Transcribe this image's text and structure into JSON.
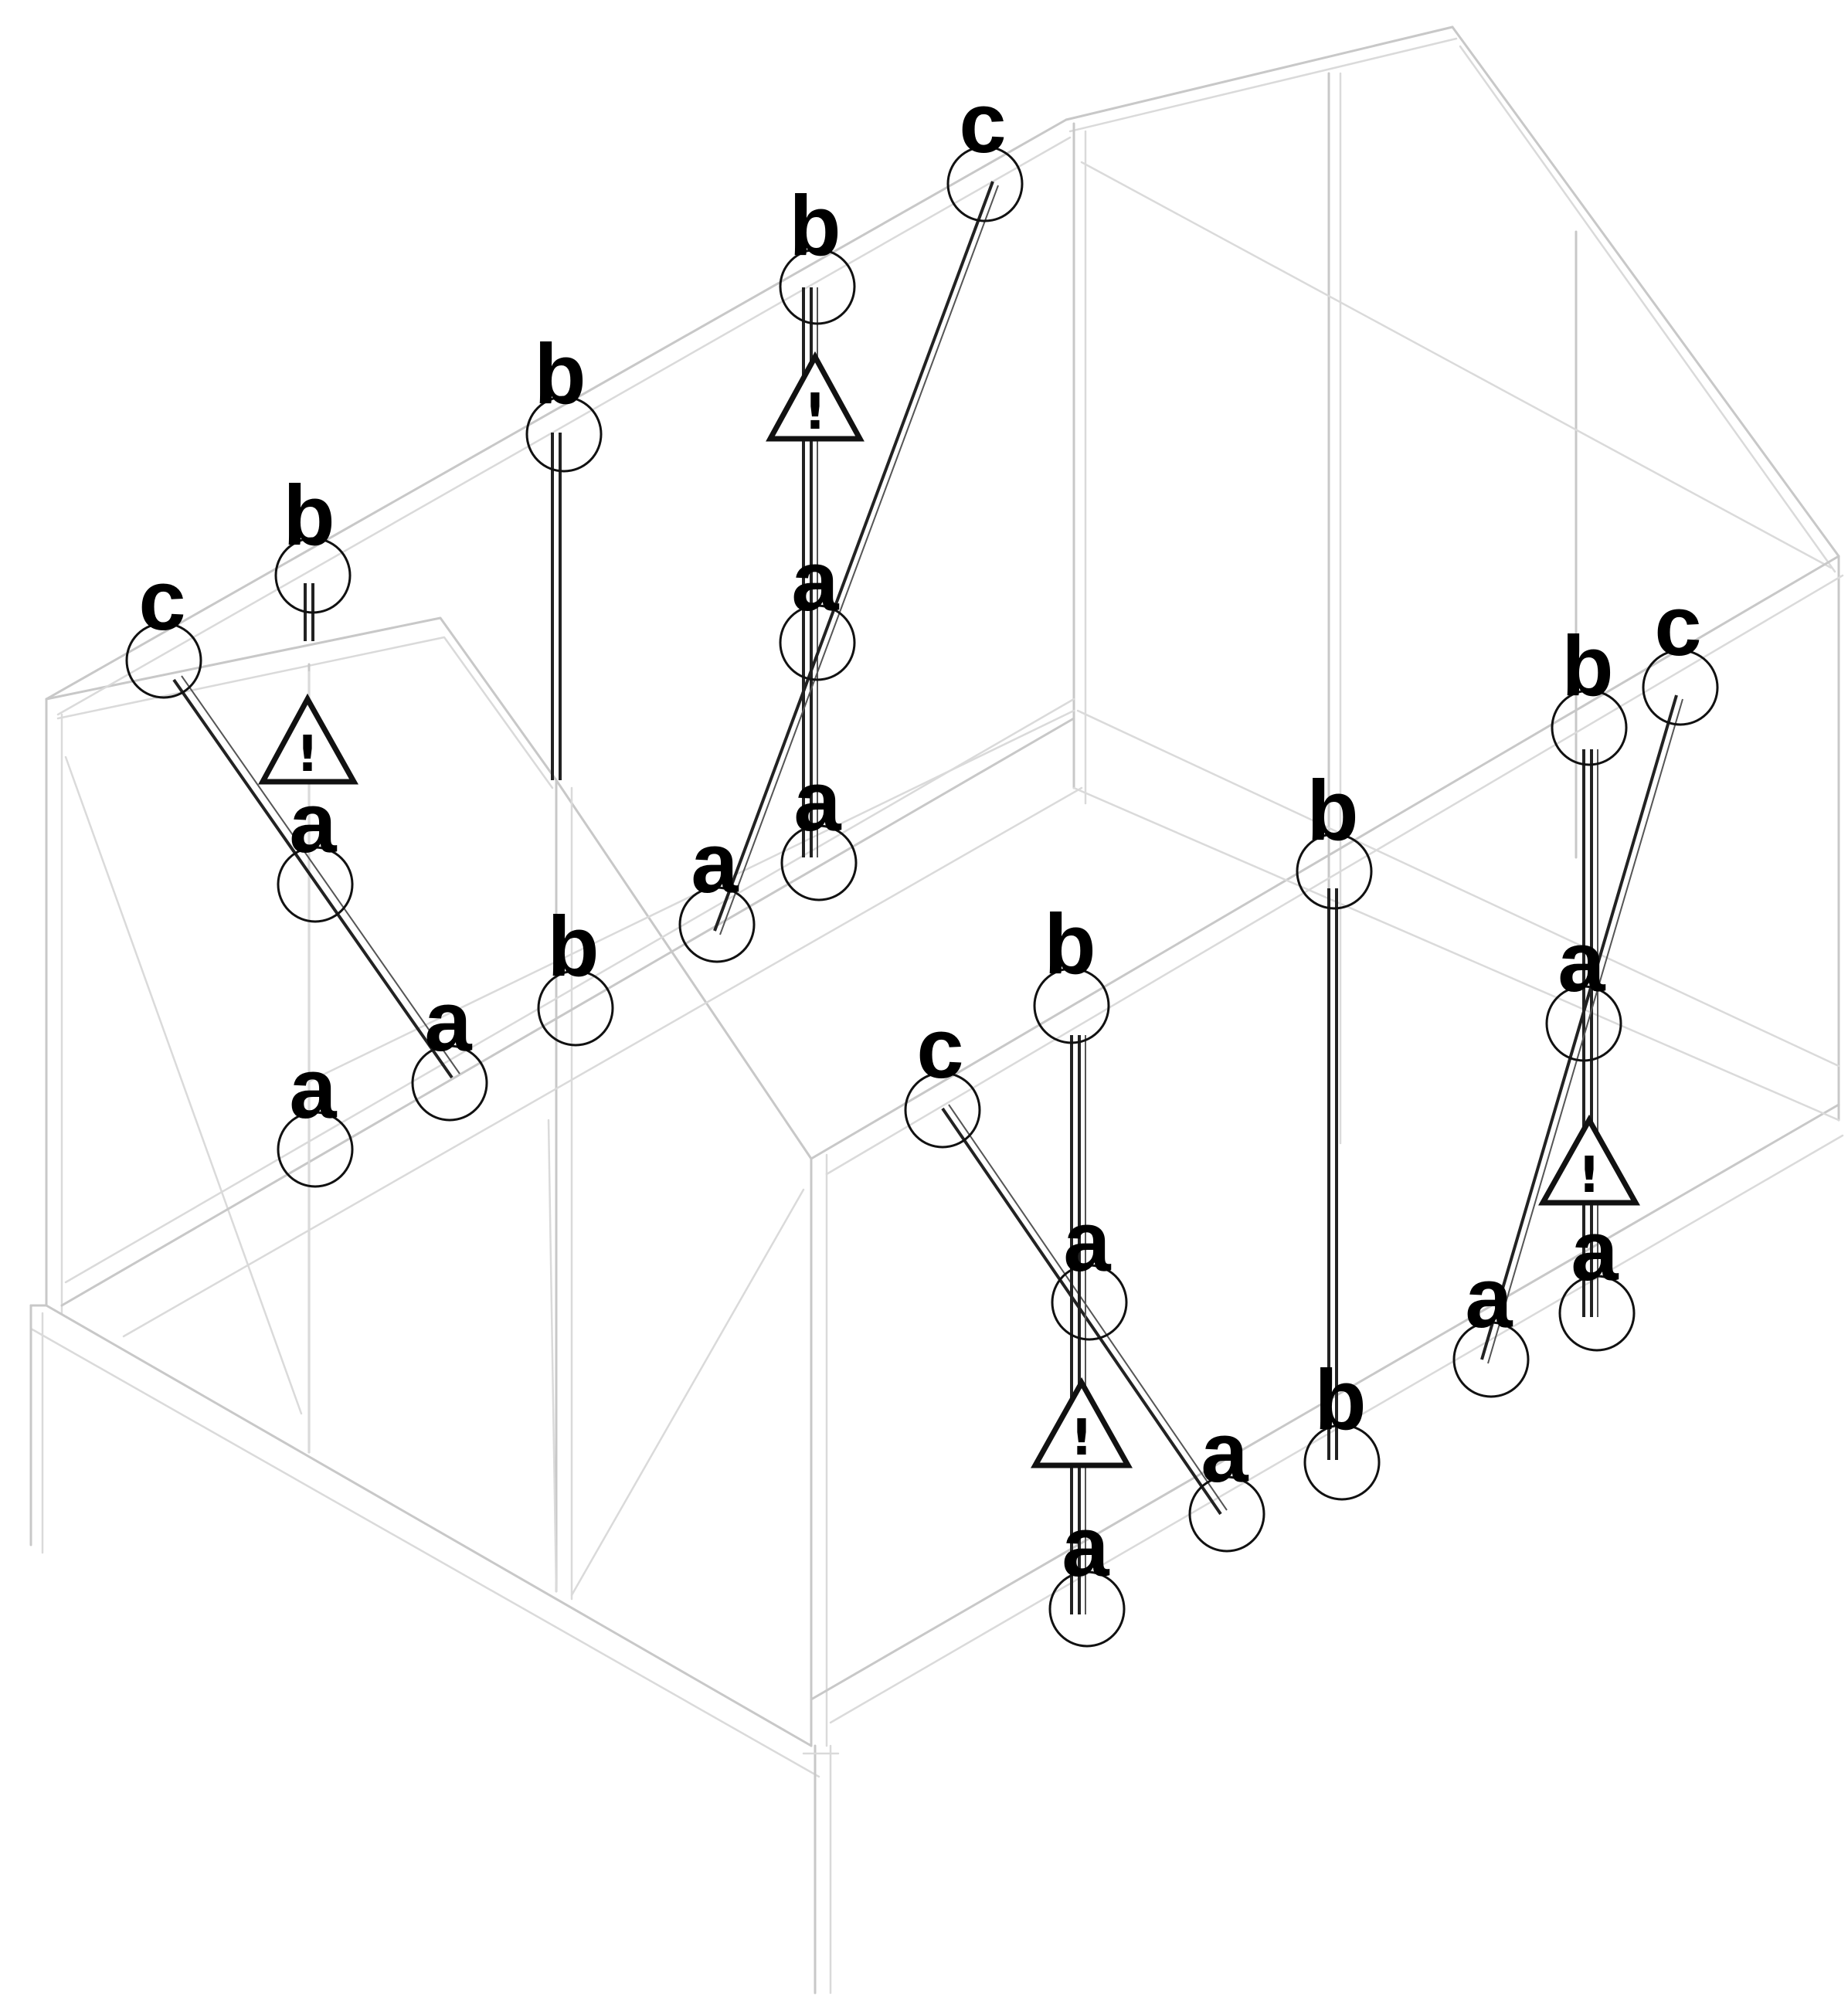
{
  "callouts": [
    {
      "id": "c1",
      "letter": "c"
    },
    {
      "id": "b1",
      "letter": "b"
    },
    {
      "id": "b2",
      "letter": "b"
    },
    {
      "id": "b3",
      "letter": "b"
    },
    {
      "id": "c2",
      "letter": "c"
    },
    {
      "id": "a1",
      "letter": "a"
    },
    {
      "id": "a2",
      "letter": "a"
    },
    {
      "id": "a3",
      "letter": "a"
    },
    {
      "id": "a4",
      "letter": "a"
    },
    {
      "id": "a5",
      "letter": "a"
    },
    {
      "id": "a6",
      "letter": "a"
    },
    {
      "id": "b4",
      "letter": "b"
    },
    {
      "id": "b5",
      "letter": "b"
    },
    {
      "id": "b6",
      "letter": "b"
    },
    {
      "id": "b7",
      "letter": "b"
    },
    {
      "id": "c3",
      "letter": "c"
    },
    {
      "id": "c4",
      "letter": "c"
    },
    {
      "id": "a7",
      "letter": "a"
    },
    {
      "id": "a8",
      "letter": "a"
    },
    {
      "id": "a9",
      "letter": "a"
    },
    {
      "id": "a10",
      "letter": "a"
    },
    {
      "id": "a11",
      "letter": "a"
    },
    {
      "id": "a12",
      "letter": "a"
    },
    {
      "id": "b8",
      "letter": "b"
    }
  ],
  "warnings": [
    {
      "id": "w1",
      "symbol": "!"
    },
    {
      "id": "w2",
      "symbol": "!"
    },
    {
      "id": "w3",
      "symbol": "!"
    },
    {
      "id": "w4",
      "symbol": "!"
    }
  ]
}
